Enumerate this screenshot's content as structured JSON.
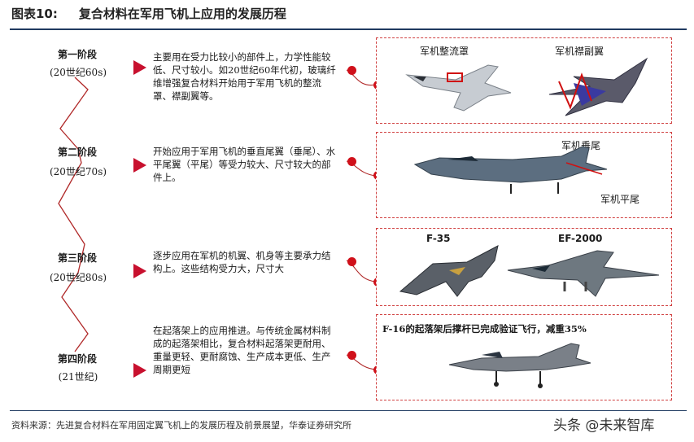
{
  "figure": {
    "number": "图表10:",
    "title": "复合材料在军用飞机上应用的发展历程"
  },
  "stages": [
    {
      "name": "第一阶段",
      "period": "(20世纪60s)",
      "description": "主要用在受力比较小的部件上，力学性能较低、尺寸较小。如20世纪60年代初，玻璃纤维增强复合材料开始用于军用飞机的整流罩、襟副翼等。",
      "labels": [
        "军机整流罩",
        "军机襟副翼"
      ]
    },
    {
      "name": "第二阶段",
      "period": "(20世纪70s)",
      "description": "开始应用于军用飞机的垂直尾翼（垂尾）、水平尾翼（平尾）等受力较大、尺寸较大的部件上。",
      "labels": [
        "军机垂尾",
        "军机平尾"
      ]
    },
    {
      "name": "第三阶段",
      "period": "(20世纪80s)",
      "description": "逐步应用在军机的机翼、机身等主要承力结构上。这些结构受力大，尺寸大",
      "labels": [
        "F-35",
        "EF-2000"
      ]
    },
    {
      "name": "第四阶段",
      "period": "(21世纪)",
      "description": "在起落架上的应用推进。与传统金属材料制成的起落架相比，复合材料起落架更耐用、重量更轻、更耐腐蚀、生产成本更低、生产周期更短",
      "labels": [
        "F-16的起落架后撑杆已完成验证飞行，减重35%"
      ]
    }
  ],
  "source": "资料来源：先进复合材料在军用固定翼飞机上的发展历程及前景展望，华泰证券研究所",
  "watermark": "头条 @未来智库",
  "colors": {
    "accent_red": "#c8102e",
    "rule_blue": "#1f3a60",
    "box_border": "#d04040"
  },
  "icons": [
    "fighter-jet-illustration",
    "red-arrow-icon",
    "red-dot-icon"
  ]
}
